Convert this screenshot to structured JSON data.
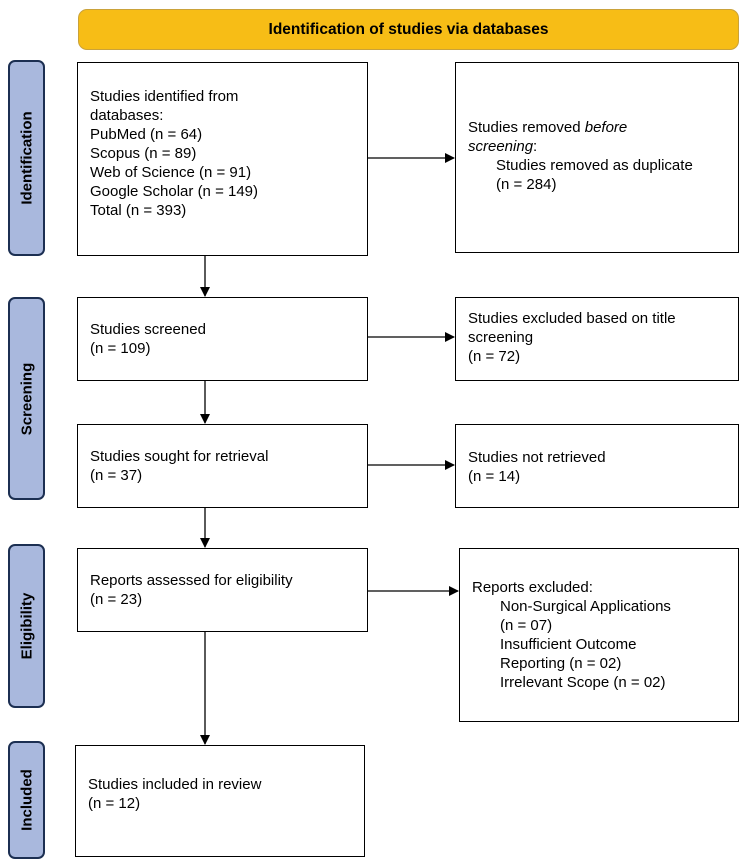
{
  "header": {
    "title": "Identification of studies via databases"
  },
  "phases": {
    "identification": "Identification",
    "screening": "Screening",
    "eligibility": "Eligibility",
    "included": "Included"
  },
  "boxes": {
    "identified": {
      "lines": [
        "Studies identified from",
        "databases:",
        "PubMed (n = 64)",
        "Scopus (n = 89)",
        "Web of Science (n = 91)",
        "Google Scholar (n = 149)",
        "Total (n = 393)"
      ]
    },
    "removed": {
      "line1": "Studies removed ",
      "line1_italic": "before",
      "line2_italic": "screening",
      "line2_rest": ":",
      "sub_line1": "Studies removed as duplicate",
      "sub_line2": "(n = 284)"
    },
    "screened": {
      "lines": [
        "Studies screened",
        "(n = 109)"
      ]
    },
    "excluded_title": {
      "lines": [
        "Studies excluded based on title",
        "screening",
        "(n = 72)"
      ]
    },
    "sought": {
      "lines": [
        "Studies sought for retrieval",
        "(n = 37)"
      ]
    },
    "not_retrieved": {
      "lines": [
        "Studies not retrieved",
        "(n = 14)"
      ]
    },
    "assessed": {
      "lines": [
        "Reports assessed for eligibility",
        "(n = 23)"
      ]
    },
    "reports_excluded": {
      "title": "Reports excluded:",
      "items": [
        "Non-Surgical Applications",
        "(n = 07)",
        "Insufficient Outcome",
        "Reporting (n = 02)",
        "Irrelevant Scope (n = 02)"
      ]
    },
    "included": {
      "lines": [
        "Studies included in review",
        "(n = 12)"
      ]
    }
  }
}
